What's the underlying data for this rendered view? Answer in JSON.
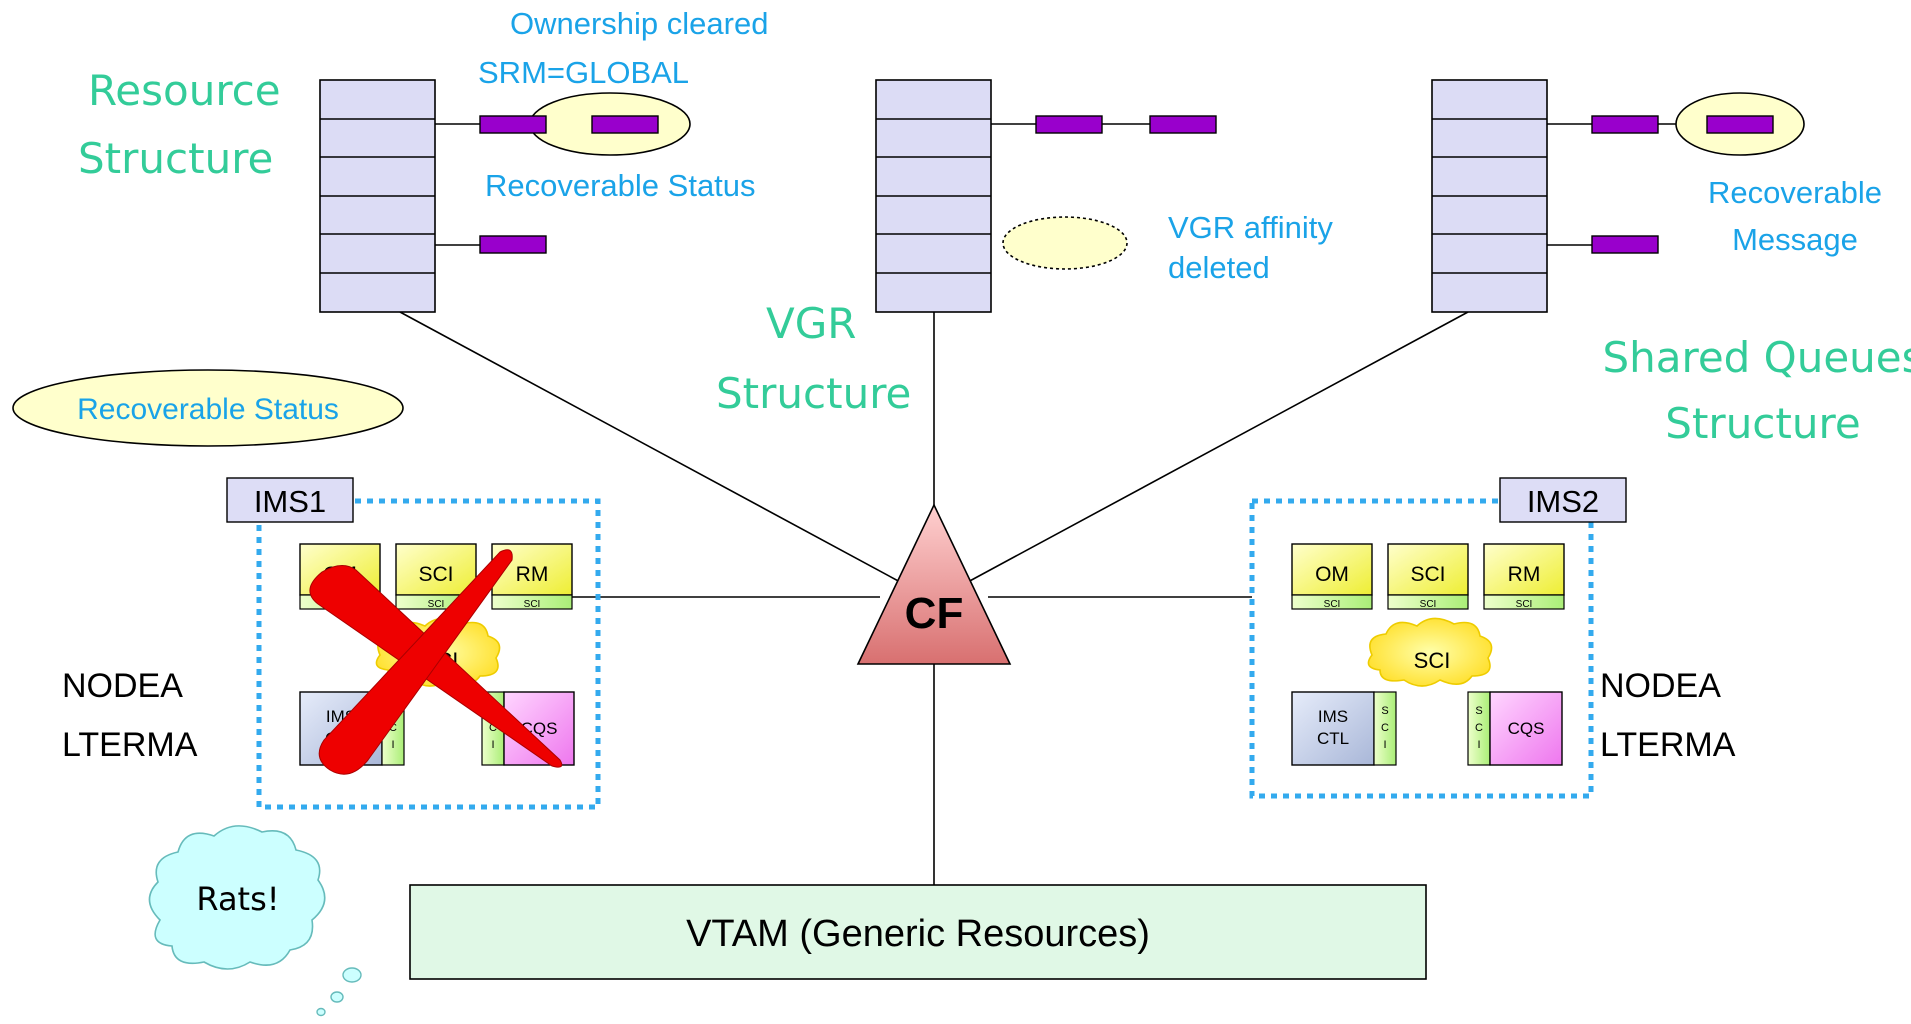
{
  "structures": {
    "resource": {
      "label_line1": "Resource",
      "label_line2": "Structure"
    },
    "vgr": {
      "label_line1": "VGR",
      "label_line2": "Structure"
    },
    "shared_queues": {
      "label_line1": "Shared Queues",
      "label_line2": "Structure"
    }
  },
  "annotations": {
    "ownership_line1": "Ownership cleared",
    "ownership_line2": "SRM=GLOBAL",
    "recoverable_status_top": "Recoverable Status",
    "recoverable_status_left": "Recoverable Status",
    "vgr_affinity_line1": "VGR affinity",
    "vgr_affinity_line2": "deleted",
    "recoverable_message_line1": "Recoverable",
    "recoverable_message_line2": "Message"
  },
  "cf": {
    "label": "CF"
  },
  "ims1": {
    "label": "IMS1",
    "om": "OM",
    "sci": "SCI",
    "rm": "RM",
    "sub_sci": "SCI",
    "cloud": "SCI",
    "ims_ctl_line1": "IMS",
    "ims_ctl_line2": "CTL",
    "cqs": "CQS",
    "sci_vertical": [
      "S",
      "C",
      "I"
    ],
    "node_line1": "NODEA",
    "node_line2": "LTERMA"
  },
  "ims2": {
    "label": "IMS2",
    "om": "OM",
    "sci": "SCI",
    "rm": "RM",
    "sub_sci": "SCI",
    "cloud": "SCI",
    "ims_ctl_line1": "IMS",
    "ims_ctl_line2": "CTL",
    "cqs": "CQS",
    "sci_vertical": [
      "S",
      "C",
      "I"
    ],
    "node_line1": "NODEA",
    "node_line2": "LTERMA"
  },
  "vtam": {
    "label": "VTAM (Generic Resources)"
  },
  "thought": {
    "text": "Rats!"
  },
  "colors": {
    "teal_label": "#33cc99",
    "blue_text": "#1aa3e8",
    "entry_purple": "#9900cc",
    "module_yellow": "#ffff66",
    "ims_ctl_blue": "#c8d4ec",
    "cqs_pink": "#ff99ff",
    "sci_green": "#ccff99",
    "cf_red": "#e88c8c",
    "vtam_green": "#e0f8e6",
    "dotted_border": "#33aaee",
    "ellipse_fill": "#ffffcc",
    "cloud_yellow": "#ffee44",
    "thought_cyan": "#ccffff",
    "ims_label_fill": "#ddddf6",
    "cross_red": "#ee0000"
  }
}
